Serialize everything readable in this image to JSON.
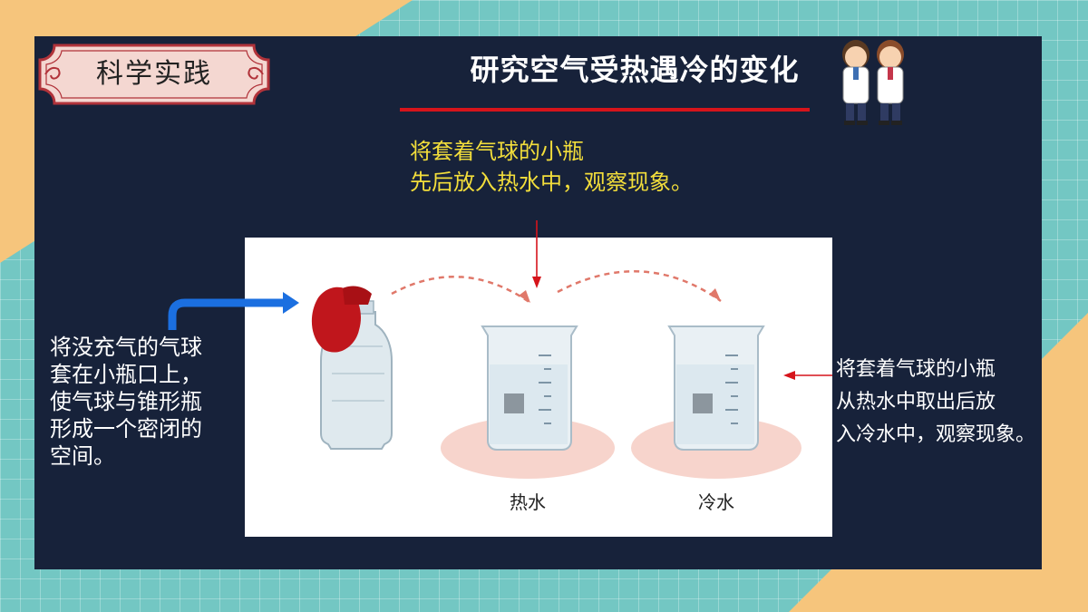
{
  "badge": {
    "label": "科学实践"
  },
  "title": "研究空气受热遇冷的变化",
  "top_note": [
    "将套着气球的小瓶",
    "先后放入热水中，观察现象。"
  ],
  "left_note": [
    "将没充气的气球",
    "套在小瓶口上，",
    "使气球与锥形瓶",
    "形成一个密闭的",
    "空间。"
  ],
  "right_note": [
    "将套着气球的小瓶",
    "从热水中取出后放",
    "入冷水中，观察现象。"
  ],
  "diagram": {
    "hot_label": "热水",
    "cold_label": "冷水"
  },
  "colors": {
    "panel": "#17223a",
    "teal_background": "#73c7c3",
    "corner_accent": "#f6c57c",
    "title_underline": "#d6141b",
    "yellow_text": "#f3de3b",
    "blue_arrow": "#1b6fe0",
    "red_arrow": "#d6141b",
    "balloon": "#c0161c"
  },
  "icons": [
    "balloon-bottle-illustration",
    "beaker-illustration",
    "scientist-kids-illustration",
    "blue-arrow-icon",
    "red-arrow-icon"
  ]
}
